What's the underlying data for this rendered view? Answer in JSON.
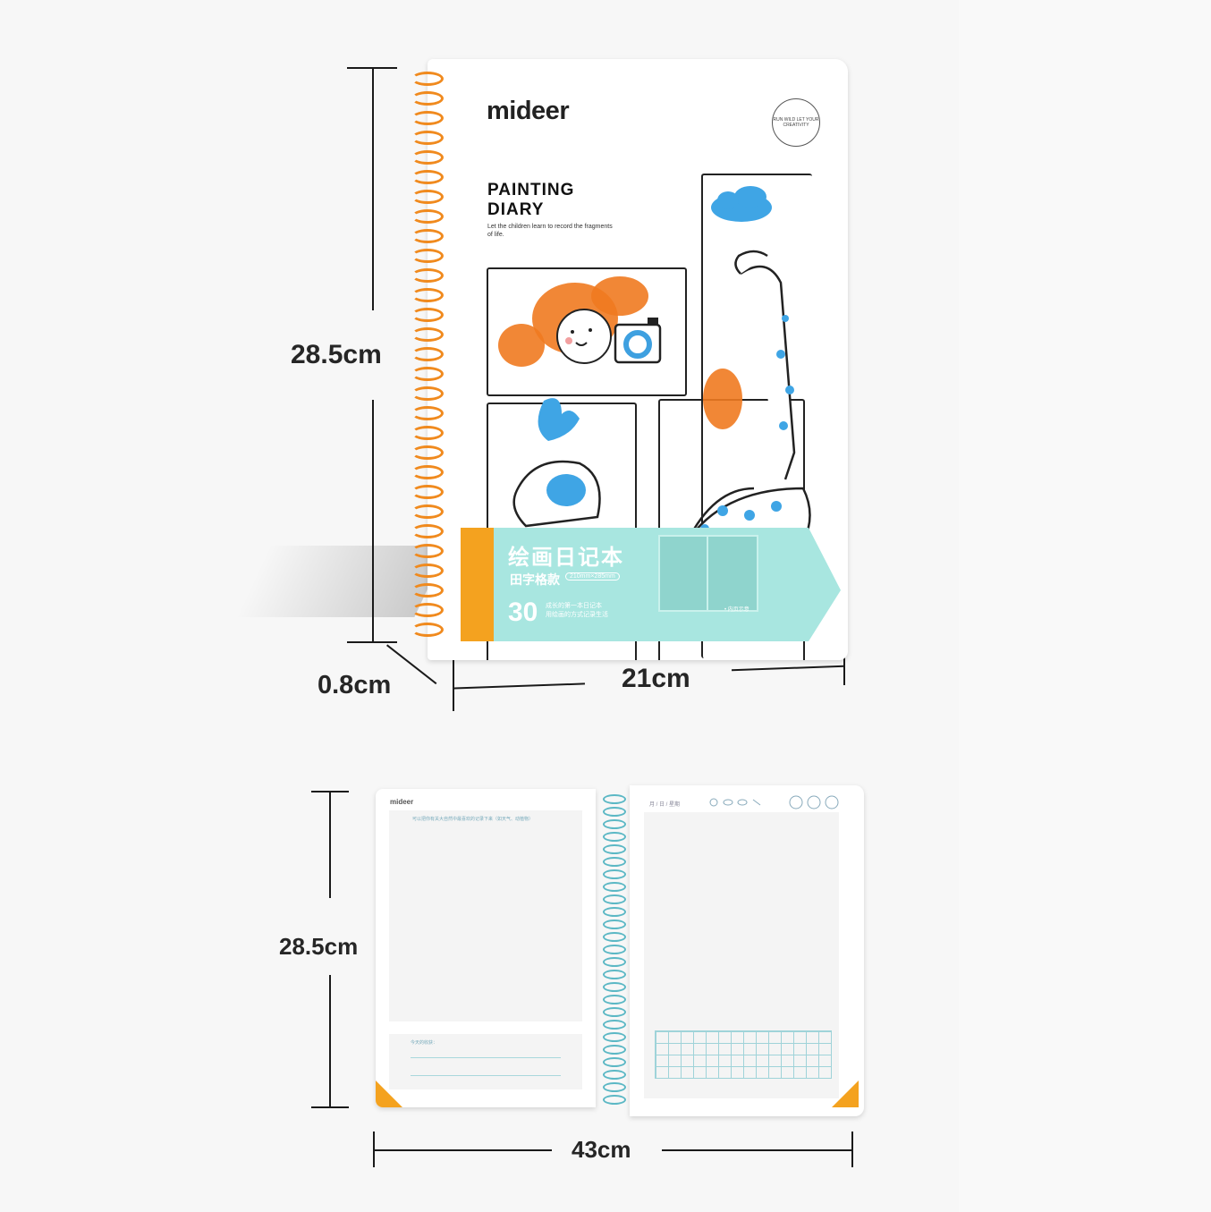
{
  "dimensions": {
    "top_height": "28.5cm",
    "top_thickness": "0.8cm",
    "top_width": "21cm",
    "bottom_height": "28.5cm",
    "bottom_width": "43cm"
  },
  "cover": {
    "brand": "mideer",
    "title_line1": "PAINTING",
    "title_line2": "DIARY",
    "subtitle": "Let the children learn to record the fragments of life.",
    "seal_text": "RUN WILD LET YOUR CREATIVITY"
  },
  "label": {
    "title": "绘画日记本",
    "style": "田字格款",
    "size": "210mm×285mm",
    "count": "30",
    "desc_line1": "成长的第一本日记本",
    "desc_line2": "用绘画的方式记录生活",
    "inner": "• 内页示意"
  },
  "open_book": {
    "brand": "mideer",
    "left_prompt": "可以把你有关大自然中最喜欢的记录下来（如天气、动植物）",
    "left_note": "今天的收获：",
    "right_date": "月 / 日 / 星期"
  },
  "colors": {
    "accent_orange": "#f4a21f",
    "label_teal": "#a8e6e0",
    "coil_orange": "#f08a1e",
    "coil_blue": "#5cb8c5"
  }
}
